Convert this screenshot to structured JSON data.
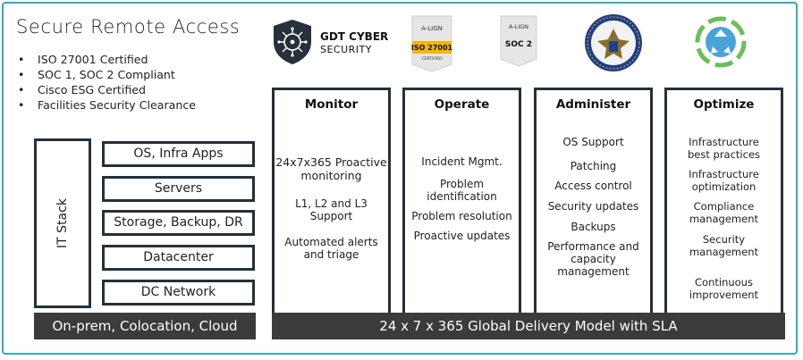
{
  "title": "Secure Remote Access",
  "certifications": [
    "ISO 27001 Certified",
    "SOC 1, SOC 2 Compliant",
    "Cisco ESG Certified",
    "Facilities Security Clearance"
  ],
  "logos": {
    "gdt_line1": "GDT CYBER",
    "gdt_line2": "SECURITY",
    "iso_brand": "A-LIGN",
    "iso_text": "ISO 27001",
    "iso_sub": "CERTIFIED",
    "soc_brand": "A-LIGN",
    "soc_text": "SOC 2"
  },
  "it_stack": {
    "label": "IT Stack",
    "layers": [
      "OS, Infra Apps",
      "Servers",
      "Storage, Backup, DR",
      "Datacenter",
      "DC Network"
    ]
  },
  "columns": [
    {
      "title": "Monitor",
      "items": [
        "24x7x365 Proactive monitoring",
        "L1, L2 and L3 Support",
        "Automated alerts and triage"
      ]
    },
    {
      "title": "Operate",
      "items": [
        "Incident Mgmt.",
        "Problem identification",
        "Problem resolution",
        "Proactive updates"
      ]
    },
    {
      "title": "Administer",
      "items": [
        "OS Support",
        "Patching",
        "Access control",
        "Security updates",
        "Backups",
        "Performance and capacity management"
      ]
    },
    {
      "title": "Optimize",
      "items": [
        "Infrastructure best practices",
        "Infrastructure optimization",
        "Compliance management",
        "Security management",
        "Continuous improvement"
      ]
    }
  ],
  "bottom": {
    "left": "On-prem, Colocation, Cloud",
    "right": "24 x 7 x 365 Global Delivery Model with SLA"
  },
  "colors": {
    "frame": "#3aa9b5",
    "dark": "#25303a",
    "bar": "#3b3b3b",
    "iso_gold": "#f2b705",
    "badge_grey": "#e6e6e6"
  }
}
